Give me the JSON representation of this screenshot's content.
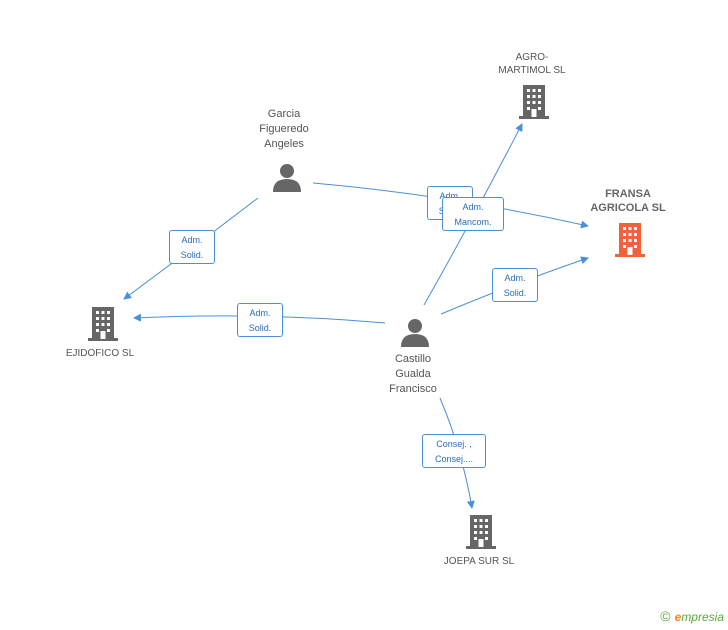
{
  "people": [
    {
      "id": "garcia",
      "name": "Garcia\nFigueredo\nAngeles"
    },
    {
      "id": "castillo",
      "name": "Castillo\nGualda\nFrancisco"
    }
  ],
  "companies": [
    {
      "id": "agro",
      "name": "AGRO-\nMARTIMOL SL",
      "color": "#666666"
    },
    {
      "id": "fransa",
      "name": "FRANSA\nAGRICOLA SL",
      "color": "#f0633a",
      "focus": true
    },
    {
      "id": "ejidofico",
      "name": "EJIDOFICO SL",
      "color": "#666666"
    },
    {
      "id": "joepa",
      "name": "JOEPA SUR SL",
      "color": "#666666"
    }
  ],
  "edge_labels": {
    "garcia_fransa": "Adm.\nSolid.",
    "castillo_agro": "Adm.\nMancom.",
    "castillo_fransa": "Adm.\nSolid.",
    "garcia_ejidofico": "Adm.\nSolid.",
    "castillo_ejidofico": "Adm.\nSolid.",
    "castillo_joepa": "Consej. ,\nConsej...."
  },
  "brand": {
    "copyright": "©",
    "first_letter": "e",
    "rest": "mpresia"
  },
  "colors": {
    "edge": "#4a90d9",
    "person": "#666666",
    "building": "#666666",
    "focus": "#f0633a"
  }
}
